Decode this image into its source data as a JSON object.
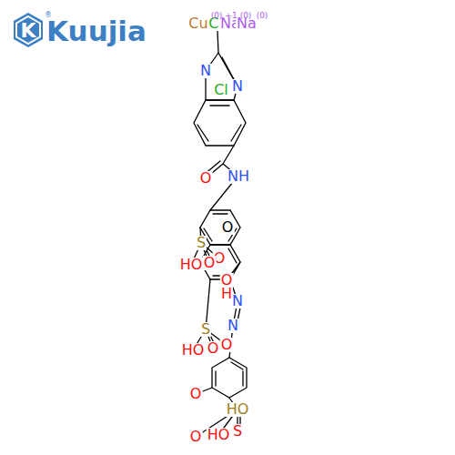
{
  "diagram": {
    "labels": [
      "K",
      "Kuujia",
      "®",
      "Cu",
      "Cl",
      "Na",
      "Na",
      "(0)",
      "+1",
      "(0)",
      "(0)",
      "N",
      "N",
      "Cl",
      "O",
      "NH",
      "S",
      "O",
      "HO",
      "O",
      "O",
      "H",
      "N",
      "N",
      "S",
      "O",
      "HO",
      "O",
      "O",
      "HO",
      "S",
      "O",
      "HO",
      "O"
    ]
  }
}
